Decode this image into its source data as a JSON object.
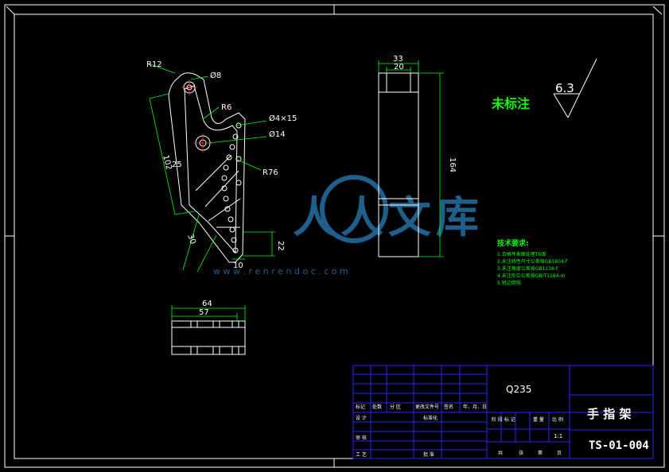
{
  "drawing": {
    "surface_note": {
      "label": "未标注",
      "roughness": "6.3"
    },
    "material": "Q235",
    "part_name": "手 指 架",
    "drawing_number": "TS-01-004",
    "scale": "1:1"
  },
  "dimensions": {
    "front": {
      "radius_top": "R12",
      "hole_dia": "Ø8",
      "fillet": "R6",
      "holes_pattern": "Ø4×15",
      "boss_dia": "Ø14",
      "arc_radius": "R76",
      "length_left": "102",
      "offset_small": "25",
      "length_bottom": "30",
      "height_right": "22",
      "width_bottom": "10"
    },
    "side": {
      "overall_width": "33",
      "inner_width": "20",
      "height": "164"
    },
    "top": {
      "overall_width": "64",
      "inner_width": "57"
    }
  },
  "tech_requirements": {
    "title": "技术要求:",
    "items": [
      "1.合格件表面处理T6级",
      "2.未注线性尺寸公差按GB1804-f",
      "3.未注角度公差按GB1138-f",
      "4.未注形位公差按GB/T1184-m",
      "5.锐边倒钝"
    ]
  },
  "title_block": {
    "labels": {
      "mark": "标记",
      "count": "处数",
      "zone": "分 区",
      "doc_no": "更改文件号",
      "sign": "签名",
      "date": "年、月、日",
      "design": "设 计",
      "standardize": "标准化",
      "review": "审 核",
      "process": "工 艺",
      "approve": "批 准",
      "stage_mark": "阶 段 标 记",
      "weight": "重 量",
      "scale": "比 例",
      "total": "共",
      "sheets": "张",
      "sheet_no": "第",
      "page": "页"
    }
  },
  "watermark": {
    "brand": "人人文库",
    "url": "w w w . r e n r e n d o c . c o m"
  },
  "colors": {
    "outline": "#ffffff",
    "dimension": "#00ff00",
    "title_grid": "#1e1eff",
    "watermark": "#1f5f8c"
  }
}
